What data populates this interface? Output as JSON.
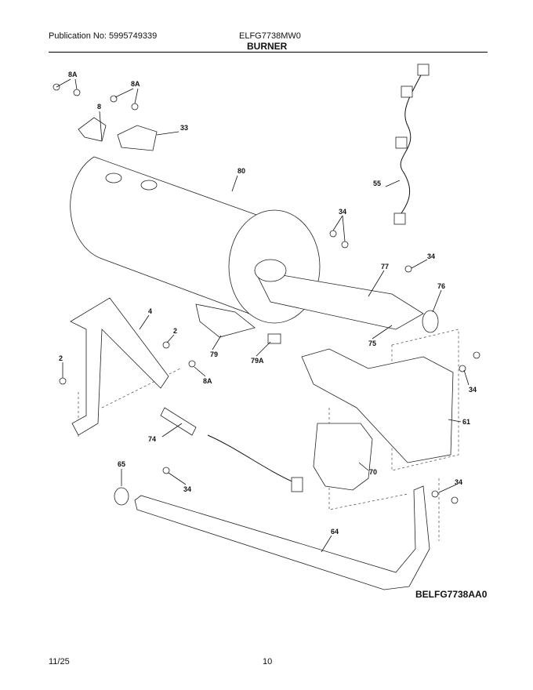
{
  "header": {
    "publication": "Publication No: 5995749339",
    "model": "ELFG7738MW0",
    "section": "BURNER"
  },
  "footer": {
    "date": "11/25",
    "page": "10"
  },
  "diagram": {
    "code": "BELFG7738AA0",
    "callouts": [
      "8A",
      "8A",
      "8",
      "33",
      "80",
      "55",
      "34",
      "34",
      "77",
      "76",
      "4",
      "2",
      "2",
      "79",
      "79A",
      "8A",
      "75",
      "34",
      "61",
      "74",
      "70",
      "65",
      "34",
      "34",
      "64"
    ]
  }
}
